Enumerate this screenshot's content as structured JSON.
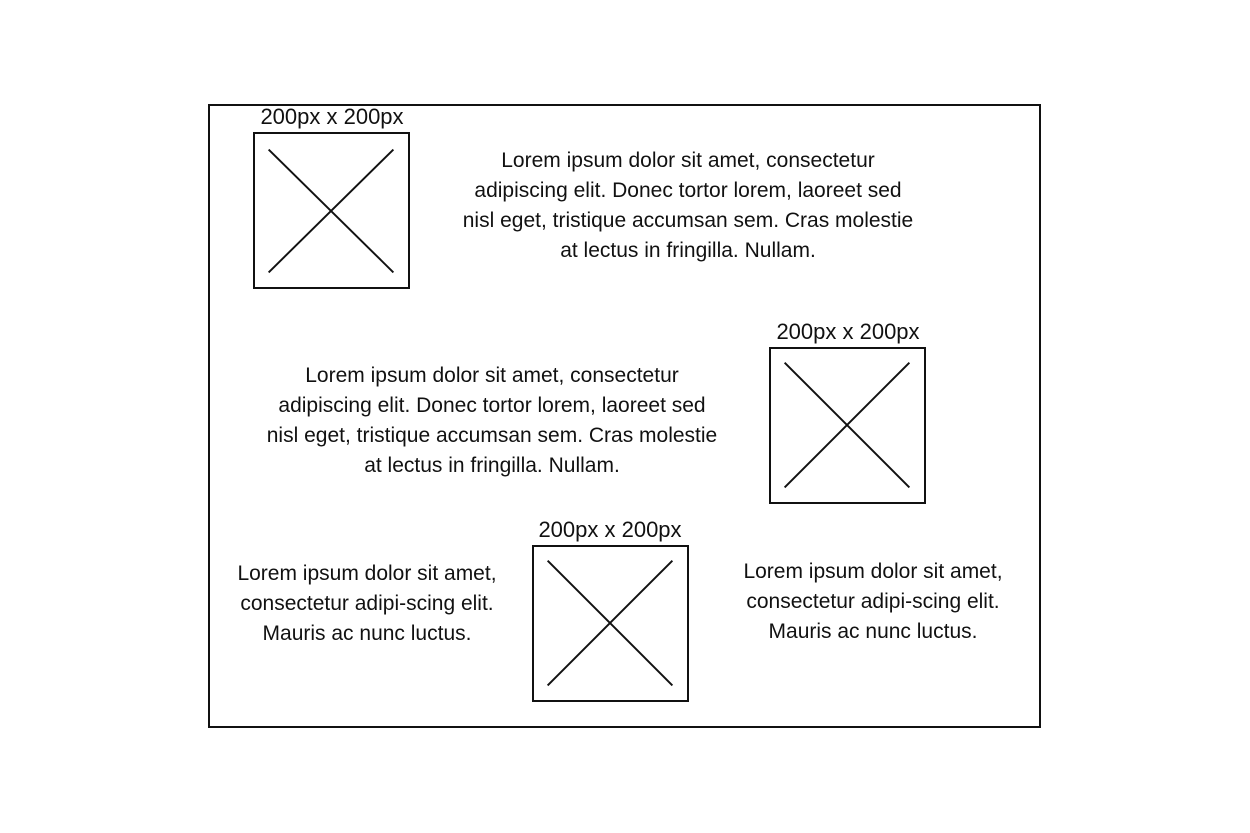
{
  "wireframe": {
    "placeholder_label": "200px x 200px",
    "blocks": [
      {
        "image_label": "200px x 200px",
        "text": "Lorem ipsum dolor sit amet, consectetur adipiscing elit. Donec tortor lorem, laoreet sed nisl eget, tristique accumsan sem. Cras molestie at lectus in fringilla. Nullam."
      },
      {
        "image_label": "200px x 200px",
        "text": "Lorem ipsum dolor sit amet, consectetur adipiscing elit. Donec tortor lorem, laoreet sed nisl eget, tristique accumsan sem. Cras molestie at lectus in fringilla. Nullam."
      },
      {
        "image_label": "200px x 200px",
        "text_left": "Lorem ipsum dolor sit amet, consectetur adipi-scing elit. Mauris ac nunc luctus.",
        "text_right": "Lorem ipsum dolor sit amet, consectetur adipi-scing elit. Mauris ac nunc luctus."
      }
    ],
    "placeholder_icon": "image-placeholder-cross-icon",
    "stroke_color": "#111111"
  }
}
